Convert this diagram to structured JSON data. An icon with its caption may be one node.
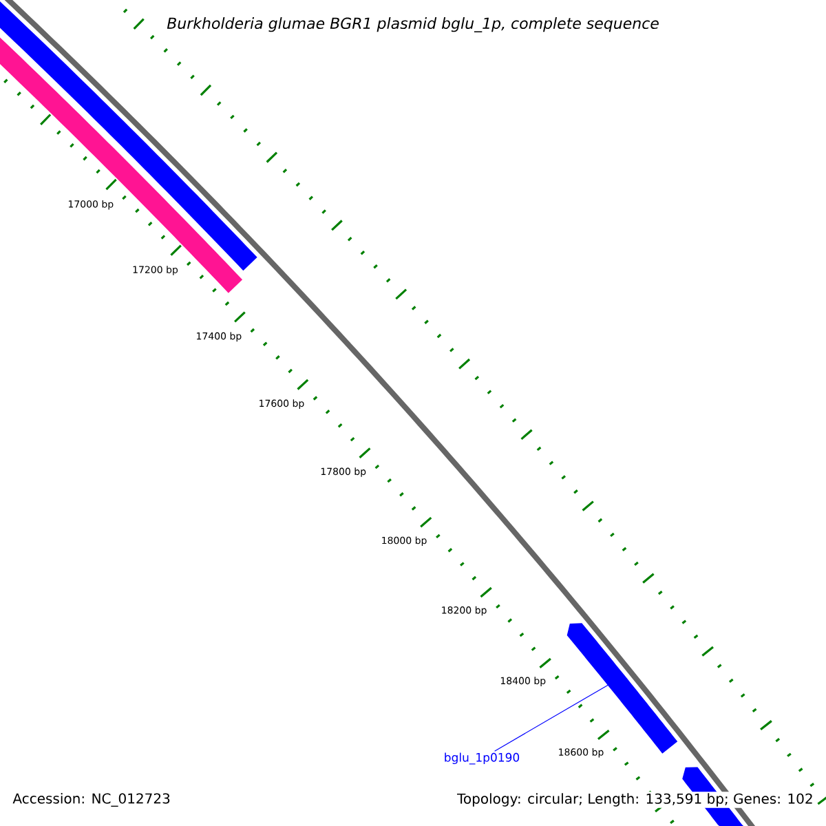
{
  "diagram": {
    "title": "Burkholderia glumae BGR1 plasmid bglu_1p, complete sequence",
    "nodes": [
      {
        "text": [
          "bglu_1p0190"
        ]
      },
      {
        "text": [],
        "shape": "arrow"
      },
      {
        "text": [],
        "shape": "arrow"
      }
    ],
    "edges": [
      {
        "from": 0,
        "to": 1,
        "arrow": "none",
        "color": "#0000ff"
      }
    ],
    "labels": [
      "17000 bp",
      "17200 bp",
      "17400 bp",
      "17600 bp",
      "17800 bp",
      "18000 bp",
      "18200 bp",
      "18400 bp",
      "18600 bp",
      "Accession: NC_012723",
      "Topology: circular; Length: 133,591 bp; Genes: 102"
    ]
  }
}
